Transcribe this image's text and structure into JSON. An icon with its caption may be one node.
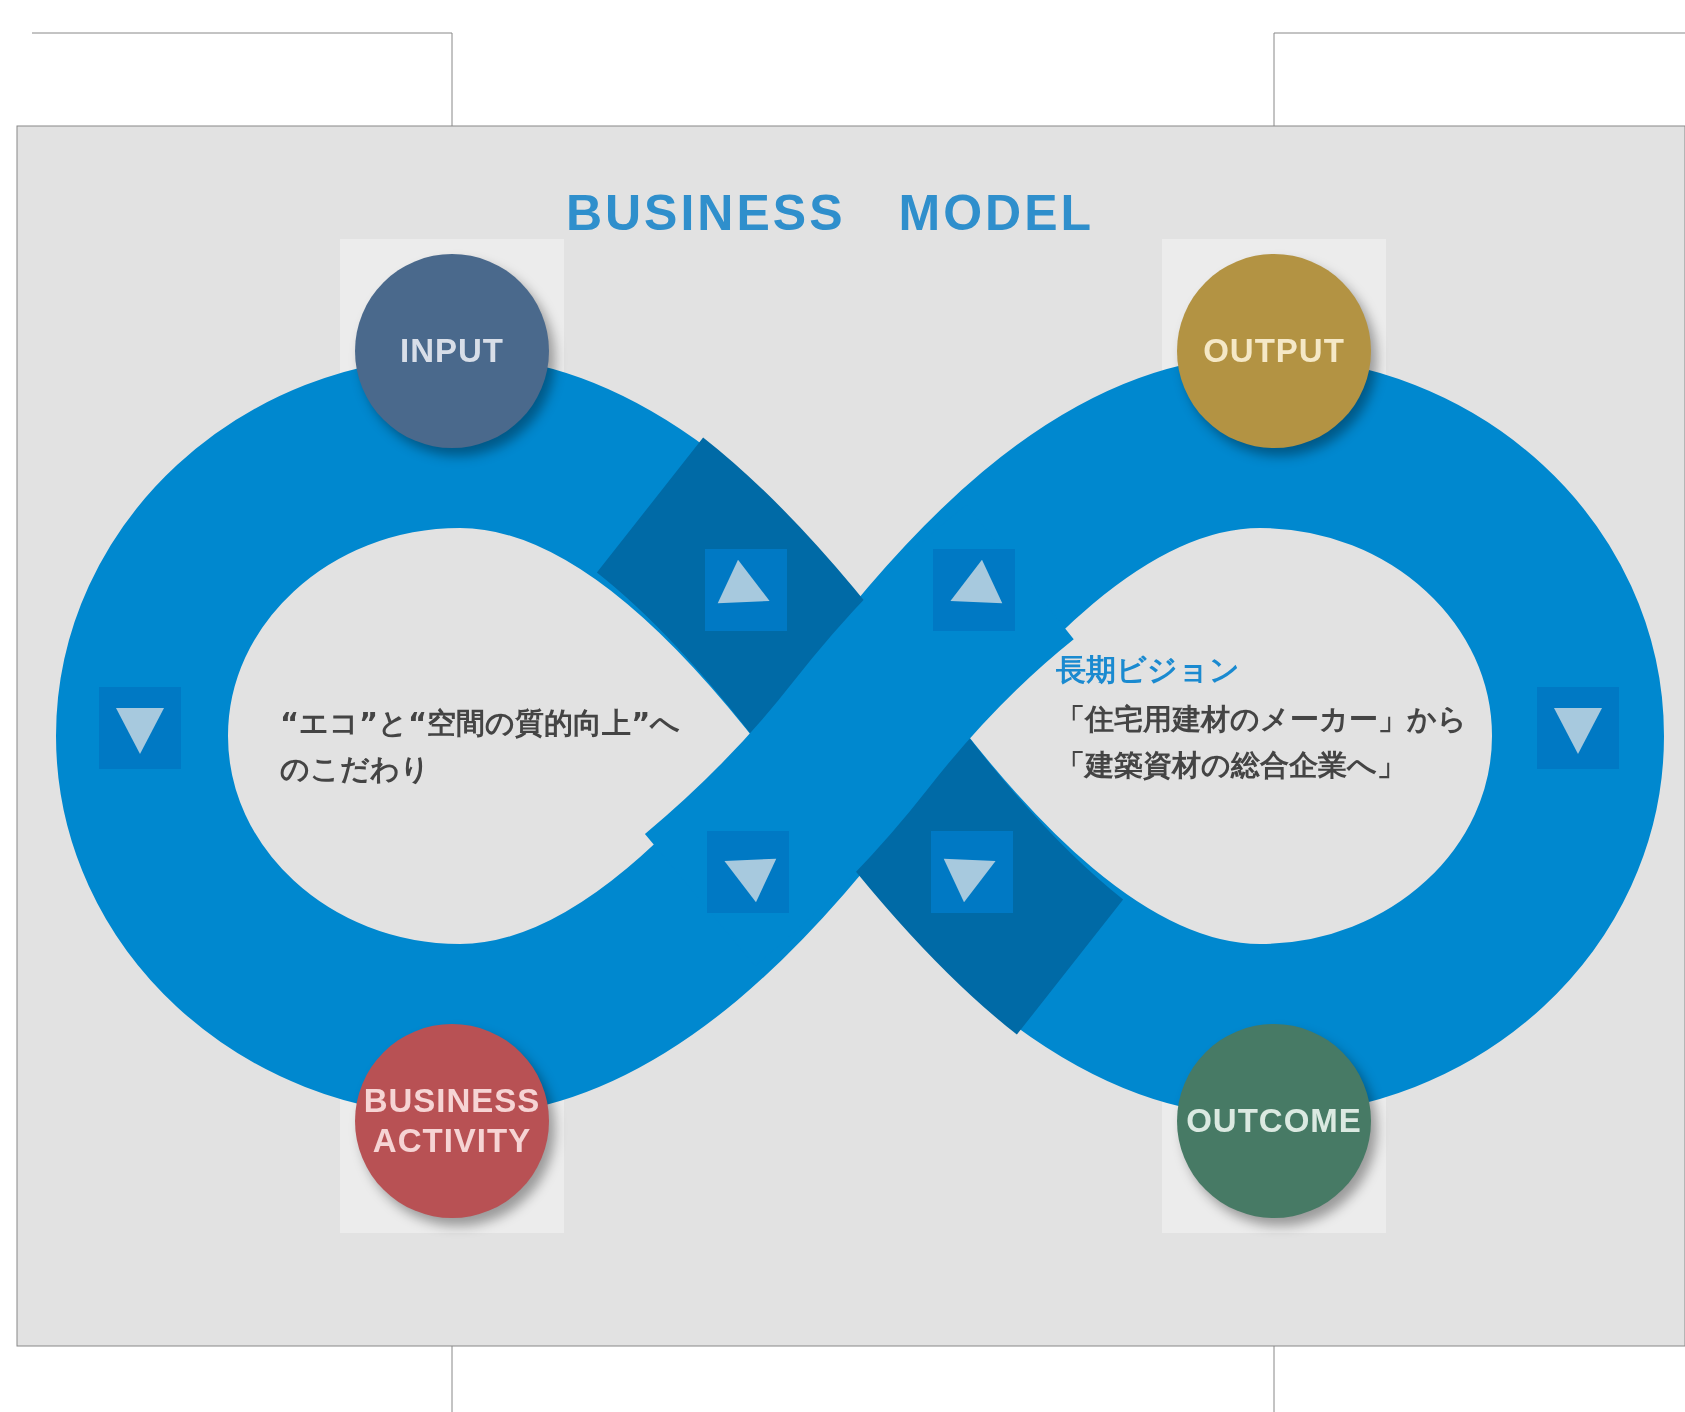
{
  "diagram": {
    "title": "BUSINESS　MODEL",
    "nodes": [
      {
        "text": [
          "INPUT"
        ]
      },
      {
        "text": [
          "OUTPUT"
        ]
      },
      {
        "text": [
          "“エコ”と“空間の質的向上”へのこだわり"
        ]
      },
      {
        "text": [
          "長期ビジョン",
          "「住宅用建材のメーカー」から「建築資材の総合企業へ」"
        ]
      },
      {
        "text": [
          "BUSINESS ACTIVITY"
        ]
      },
      {
        "text": [
          "OUTCOME"
        ]
      }
    ]
  }
}
